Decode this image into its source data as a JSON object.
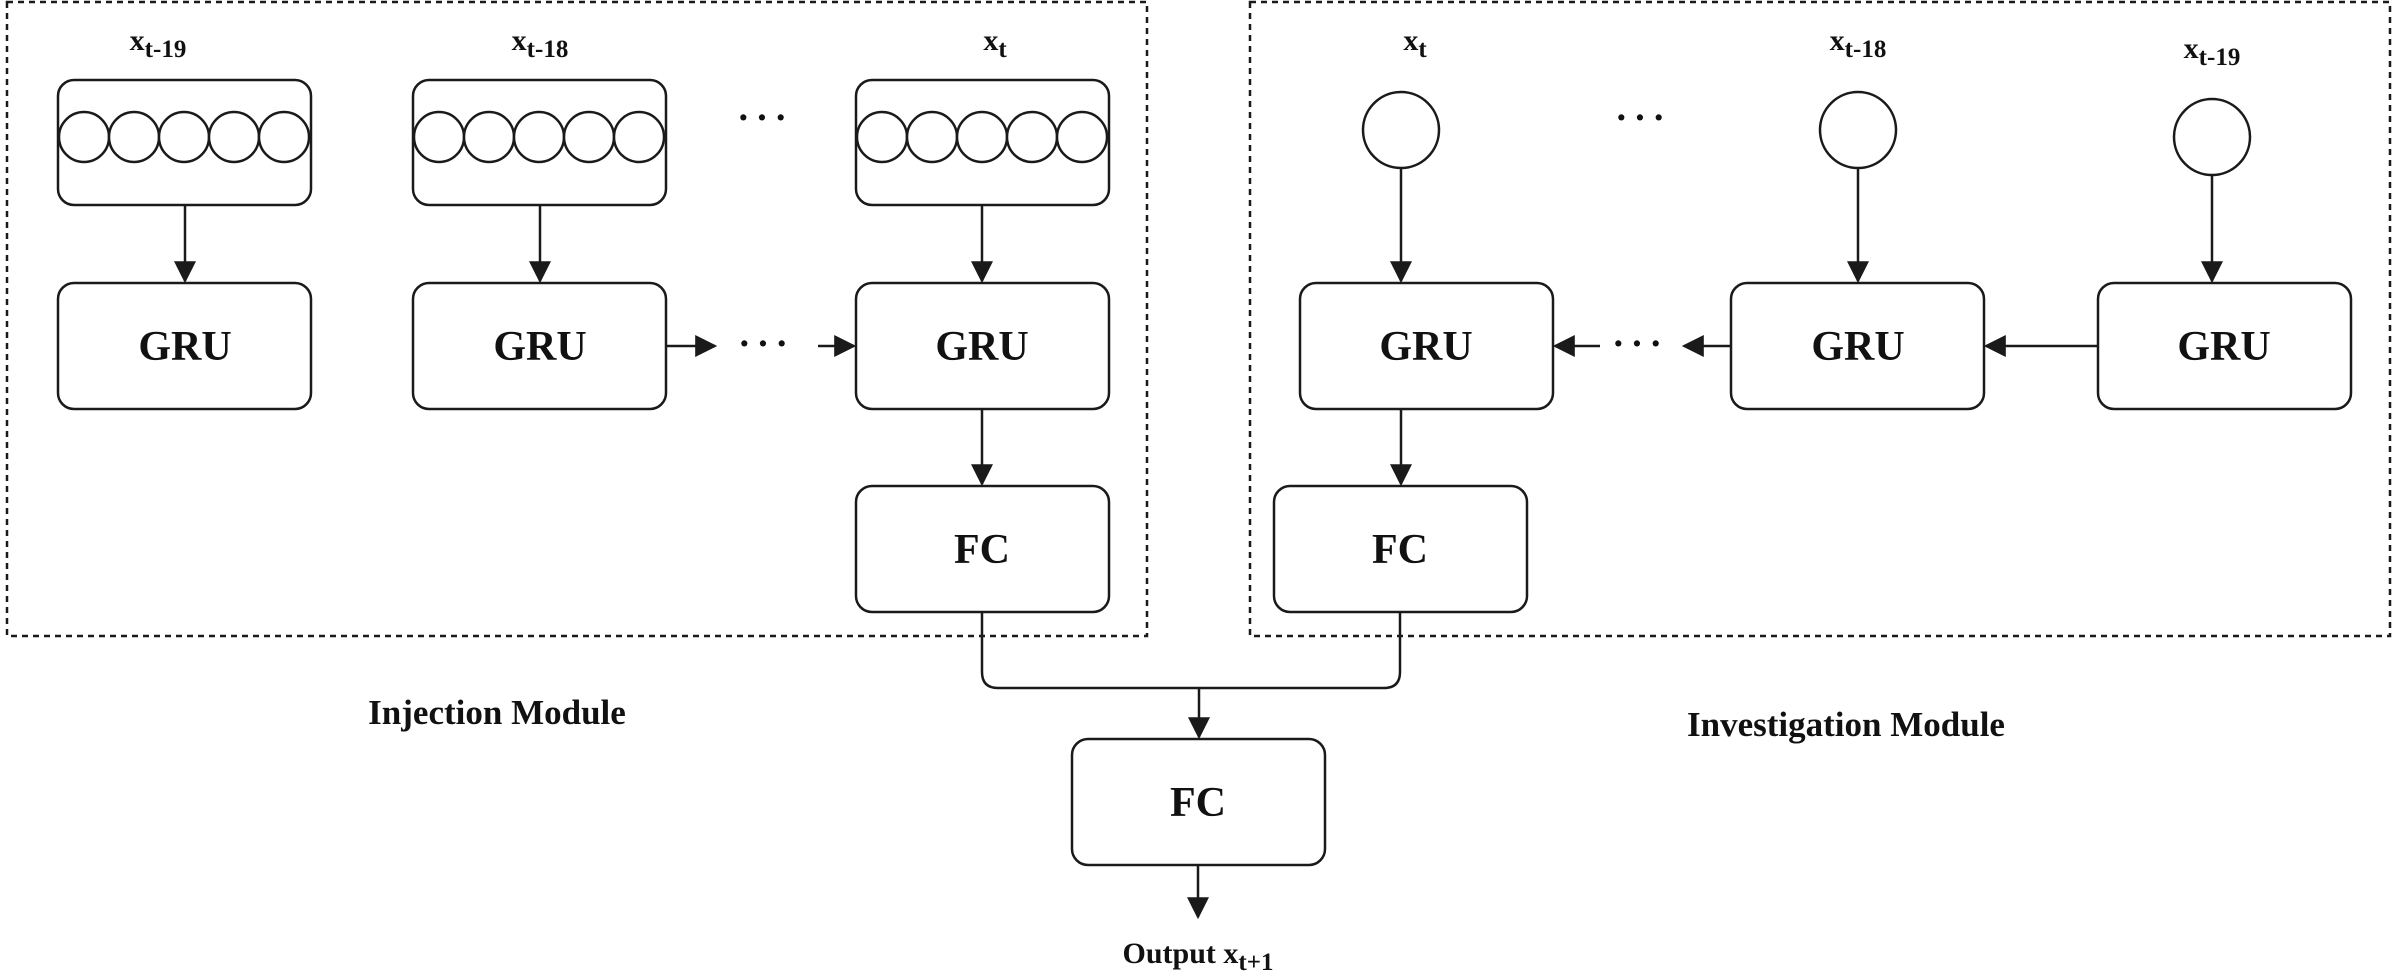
{
  "modules": {
    "injection": {
      "label": "Injection Module"
    },
    "investigation": {
      "label": "Investigation Module"
    }
  },
  "injection_inputs": [
    {
      "var": "x",
      "sub": "t-19"
    },
    {
      "var": "x",
      "sub": "t-18"
    },
    {
      "var": "x",
      "sub": "t"
    }
  ],
  "investigation_inputs": [
    {
      "var": "x",
      "sub": "t"
    },
    {
      "var": "x",
      "sub": "t-18"
    },
    {
      "var": "x",
      "sub": "t-19"
    }
  ],
  "blocks": {
    "gru": "GRU",
    "fc": "FC"
  },
  "ellipsis": "···",
  "output": {
    "prefix": "Output x",
    "sub": "t+1"
  }
}
